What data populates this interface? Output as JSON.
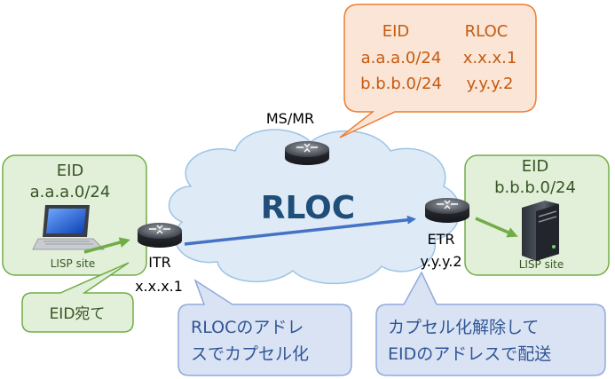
{
  "ms_mr": {
    "label": "MS/MR",
    "table": {
      "header_eid": "EID",
      "header_rloc": "RLOC",
      "rows": [
        {
          "eid": "a.a.a.0/24",
          "rloc": "x.x.x.1"
        },
        {
          "eid": "b.b.b.0/24",
          "rloc": "y.y.y.2"
        }
      ]
    }
  },
  "cloud": {
    "label": "RLOC"
  },
  "left_site": {
    "title": "EID",
    "prefix": "a.a.a.0/24",
    "site_label": "LISP site"
  },
  "right_site": {
    "title": "EID",
    "prefix": "b.b.b.0/24",
    "site_label": "LISP site"
  },
  "itr": {
    "name": "ITR",
    "address": "x.x.x.1"
  },
  "etr": {
    "name": "ETR",
    "address": "y.y.y.2"
  },
  "callouts": {
    "eid_dest": "EID宛て",
    "encap_line1": "RLOCのアドレ",
    "encap_line2": "スでカプセル化",
    "decap_line1": "カプセル化解除して",
    "decap_line2": "EIDのアドレスで配送"
  },
  "colors": {
    "site_fill": "#e2efd9",
    "site_stroke": "#70ad47",
    "site_text": "#375623",
    "table_fill": "#fbe5d6",
    "table_stroke": "#ed7d31",
    "table_text": "#c55a11",
    "cloud_fill": "#deebf7",
    "cloud_stroke": "#9dc3e6",
    "cloud_text": "#1f4e79",
    "callout_fill": "#dae3f3",
    "callout_stroke": "#8faadc",
    "callout_text": "#2f5597",
    "arrow_blue": "#4472c4",
    "arrow_green": "#70ad47"
  }
}
